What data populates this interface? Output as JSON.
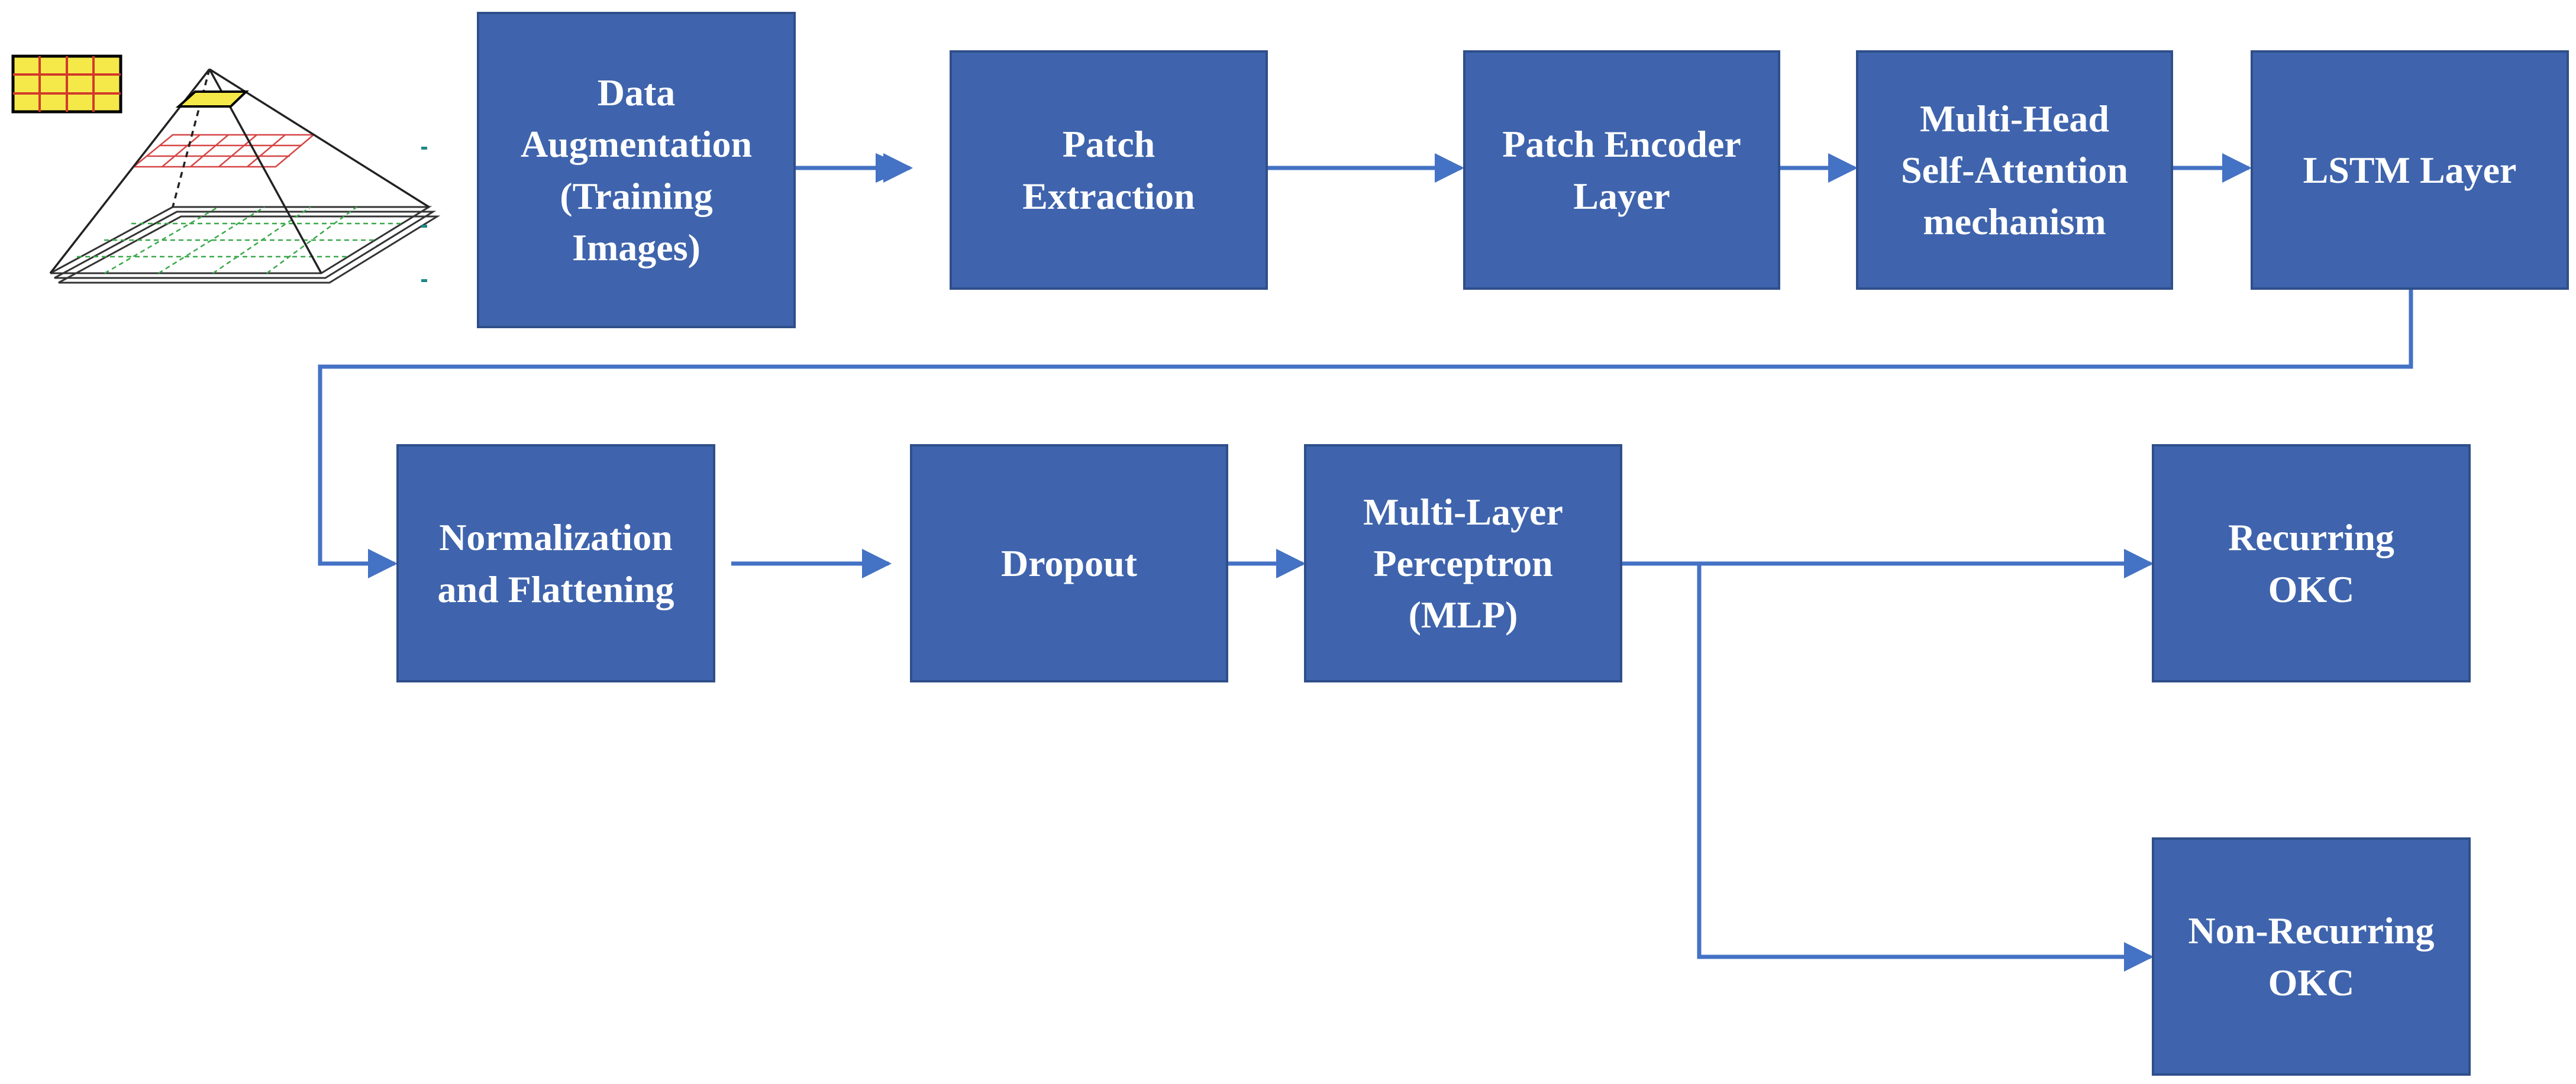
{
  "colors": {
    "box_fill": "#3f64ad",
    "box_border": "#2f4f8a",
    "box_text": "#ffffff",
    "connector": "#4472c4",
    "background": "#ffffff"
  },
  "icon": {
    "name": "image-pyramid-icon"
  },
  "nodes": {
    "data_augmentation": "Data\nAugmentation\n(Training\nImages)",
    "patch_extraction": "Patch\nExtraction",
    "patch_encoder": "Patch Encoder\nLayer",
    "multi_head_attention": "Multi-Head\nSelf-Attention\nmechanism",
    "lstm_layer": "LSTM Layer",
    "normalization": "Normalization\nand Flattening",
    "dropout": "Dropout",
    "mlp": "Multi-Layer\nPerceptron\n(MLP)",
    "recurring": "Recurring\nOKC",
    "non_recurring": "Non-Recurring\nOKC"
  },
  "edges": [
    [
      "data_augmentation",
      "patch_extraction"
    ],
    [
      "patch_extraction",
      "patch_encoder"
    ],
    [
      "patch_encoder",
      "multi_head_attention"
    ],
    [
      "multi_head_attention",
      "lstm_layer"
    ],
    [
      "lstm_layer",
      "normalization"
    ],
    [
      "normalization",
      "dropout"
    ],
    [
      "dropout",
      "mlp"
    ],
    [
      "mlp",
      "recurring"
    ],
    [
      "mlp",
      "non_recurring"
    ]
  ]
}
